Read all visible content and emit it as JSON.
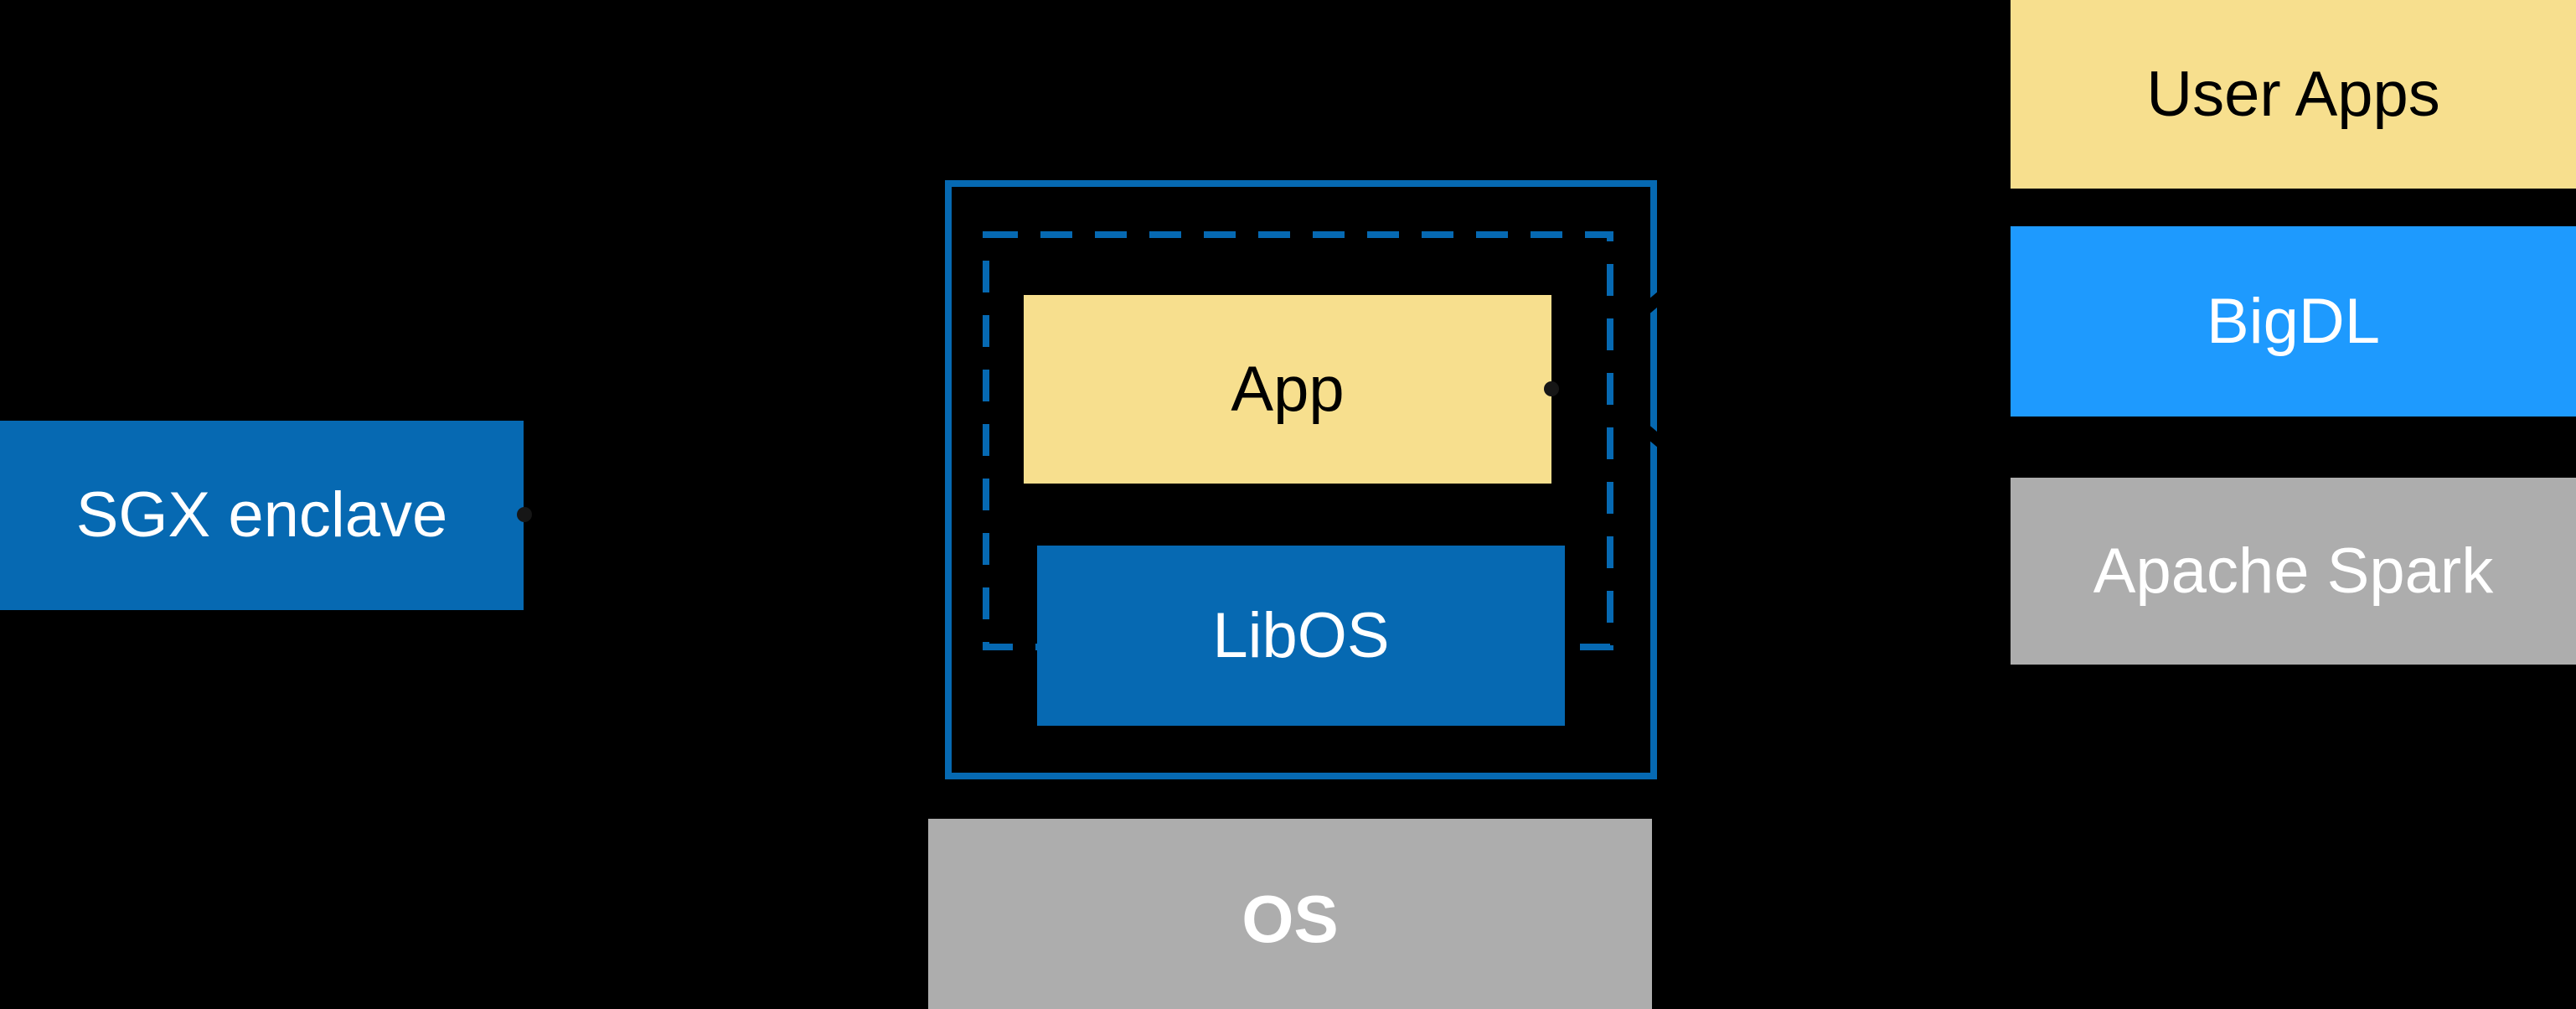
{
  "colors": {
    "background": "#000000",
    "dark_blue": "#0669B2",
    "bright_blue": "#1E9AFE",
    "yellow": "#F7DF8E",
    "gray": "#ADADAD",
    "text_dark": "#000000",
    "text_light": "#FFFFFF",
    "connector": "#161616",
    "connector_strong": "#000000"
  },
  "left_column": {
    "sgx_enclave_label": "SGX enclave"
  },
  "enclave_container": {
    "app_label": "App",
    "libos_label": "LibOS"
  },
  "host": {
    "os_label": "OS"
  },
  "right_stack": {
    "user_apps_label": "User Apps",
    "bigdl_label": "BigDL",
    "apache_spark_label": "Apache Spark"
  }
}
